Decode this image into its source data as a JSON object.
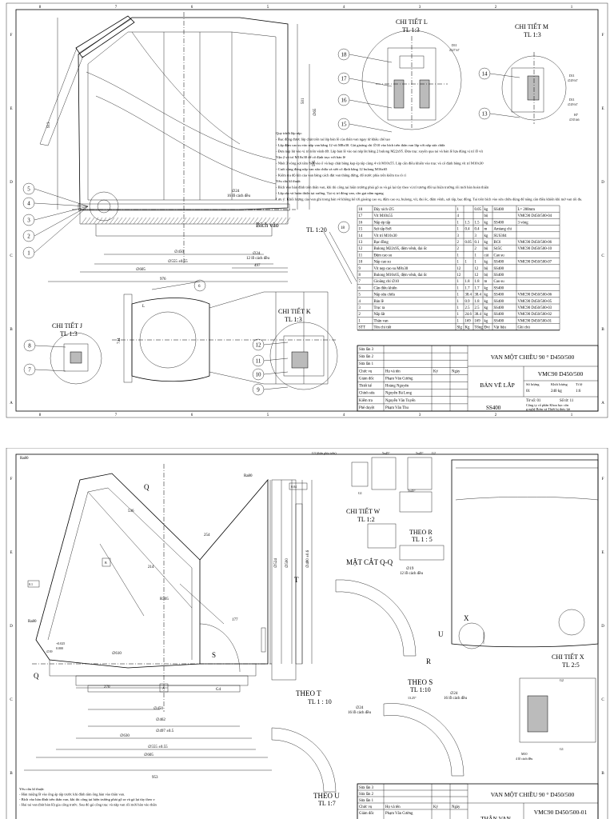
{
  "grid": {
    "cols": [
      "8",
      "7",
      "6",
      "5",
      "4",
      "3",
      "2",
      "1"
    ],
    "rows": [
      "F",
      "E",
      "D",
      "C",
      "B",
      "A"
    ]
  },
  "sheet1": {
    "details": {
      "L": {
        "title": "CHI TIẾT L",
        "scale": "TL 1:3",
        "d1": "D11",
        "d2": "∅27 h7"
      },
      "M": {
        "title": "CHI TIẾT M",
        "scale": "TL 1:3",
        "d1": "D11",
        "d2": "∅29 h7",
        "d3": "D11",
        "d4": "∅29 h7",
        "d5": "H7",
        "d6": "∅35 k6"
      },
      "J": {
        "title": "CHI TIẾT J",
        "scale": "TL 1:3"
      },
      "K": {
        "title": "CHI TIẾT K",
        "scale": "TL 1:3"
      },
      "tl20": "TL 1:20"
    },
    "balloons_left": [
      "5",
      "4",
      "3",
      "2",
      "1"
    ],
    "balloons_L": [
      "18",
      "17",
      "16",
      "15"
    ],
    "balloons_M": [
      "14",
      "13"
    ],
    "balloons_J": [
      "8",
      "7"
    ],
    "balloons_K": [
      "12",
      "11",
      "10",
      "9"
    ],
    "balloon_6": "6",
    "balloon_18b": "18",
    "dims": {
      "d450": "∅450",
      "d555": "∅555 ±0.55",
      "d605": "∅605",
      "l976": "976",
      "l497": "497",
      "h913": "913",
      "h501": "501",
      "h595": "595",
      "d65": "∅65",
      "holes1": "∅24",
      "holes1b": "16 lỗ cách đều",
      "holes2": "∅24",
      "holes2b": "12 lỗ cách đều",
      "h744": "744",
      "bich_vao": "Bích vào",
      "lbl_L": "L"
    },
    "notes": [
      "Quy trình lắp ráp:",
      "- Bạc đồng được lắp chặt trên tai lắp bản lề của thân van ngay từ khâu chế tạo",
      "- Lắp đệm cao su vào nắp van bằng 12 vít M8x30. Gài gioăng chỉ ∅10 vào bích trên thân van lắp với nắp sửa chữa",
      "- Đưa nắp lắt vào vị trí trên vành đỡ. Lắp bản lề vào tai nắp lắt bằng 2 bulong M22x95. Đưa trục xuyên qua tai và bản lề lựa đúng vị trí lỗ vít",
      "  Vặn 2 vít trí M10x30 để cố định trục với bản lề",
      "- Nhét 3 vòng sợi tẩm 8x8 vào ổ và kẹp chặt bằng kẹp ép tấp cùng 4 vít M10x55. Lắp cần điều khiển vào trục và cố định bằng vít trí M10x30",
      "- Cuối cùng đóng nắp van sửa chữa và siết cố định bằng 12 bulong M16x65",
      "- Kiểm tra độ kín của van bằng cách đặt van thẳng đứng, đổ nước phía trên kiểm tra rò rỉ",
      "Yêu cầu kĩ thuật:",
      "- Bích vào hàn đính trên thân van, khi thi công tại hiện trường phải gõ ra và gá lại tùy theo vị trí tương đối tại hiện trường rồi mới hàn hoàn thiện",
      "- Lắp ráp và hoàn thiện tại xưởng. Tại vị trí đóng van, cần gạt nằm ngang",
      "Lưu ý: Khối lượng của van ghi trong bản vẽ không kể tới gioăng cao su, đệm cao su, bulong, vít, đai ốc, đệm vênh, sợi tấp, bạc đồng. Tai trên bích vào sửa chữa dùng để nâng cần điều khiển khi mở van tối đa."
    ],
    "bom_header": [
      "STT",
      "Tên chi tiết",
      "Slg",
      "Kg",
      "Tổng",
      "Đvị",
      "Vật liệu",
      "Ghi chú"
    ],
    "bom": [
      [
        "18",
        "Dây xích ∅5",
        "1",
        "",
        "0.05",
        "kg",
        "SS400",
        "L= 200mm"
      ],
      [
        "17",
        "Vít M10x55",
        "4",
        "",
        "",
        "bộ",
        "",
        "VMC90 D450/500-04"
      ],
      [
        "16",
        "Nắp ép tấp",
        "1",
        "1.5",
        "1.5",
        "kg",
        "SS400",
        "3 vòng"
      ],
      [
        "15",
        "Sợi tấp 8x8",
        "1",
        "0.4",
        "0.4",
        "m",
        "Amiang chì",
        ""
      ],
      [
        "14",
        "Vít trí M10x30",
        "3",
        "",
        "3",
        "kg",
        "SUS304",
        ""
      ],
      [
        "13",
        "Bạc đồng",
        "2",
        "0.05",
        "0.1",
        "kg",
        "BC6",
        "VMC90 D450/500-06"
      ],
      [
        "12",
        "Bulong M22x95, đệm vênh, đai ốc",
        "2",
        "",
        "2",
        "bộ",
        "S45C",
        "VMC90 D450/500-10"
      ],
      [
        "11",
        "Đệm cao su",
        "1",
        "",
        "1",
        "cái",
        "Cao su",
        ""
      ],
      [
        "10",
        "Nắp cao su",
        "1",
        "1",
        "1",
        "kg",
        "SS400",
        "VMC90 D450/500-07"
      ],
      [
        "9",
        "Vít nẹp cao su M8x30",
        "12",
        "",
        "12",
        "bộ",
        "SS400",
        ""
      ],
      [
        "8",
        "Bulong M16x65, đệm vênh, đai ốc",
        "12",
        "",
        "12",
        "bộ",
        "SS400",
        ""
      ],
      [
        "7",
        "Gioăng chỉ ∅10",
        "1",
        "1.8",
        "1.8",
        "m",
        "Cao su",
        ""
      ],
      [
        "6",
        "Cần điều khiển",
        "1",
        "1.7",
        "1.7",
        "kg",
        "SS400",
        ""
      ],
      [
        "5",
        "Nắp sửa chữa",
        "1",
        "38.4",
        "38.4",
        "kg",
        "SS400",
        "VMC90 D450/500-06"
      ],
      [
        "4",
        "Bản lề",
        "1",
        "0.9",
        "1.8",
        "kg",
        "SS400",
        "VMC90 D450/500-05"
      ],
      [
        "3",
        "Trục ra",
        "1",
        "2.5",
        "2.5",
        "kg",
        "SS400",
        "VMC90 D450/500-03"
      ],
      [
        "2",
        "Nắp lắt",
        "1",
        "24.6",
        "38.4",
        "kg",
        "SS400",
        "VMC90 D450/500-02"
      ],
      [
        "1",
        "Thân van",
        "1",
        "169",
        "169",
        "kg",
        "SS400",
        "VMC90 D450/500-01"
      ]
    ],
    "title": {
      "revisions": [
        "Sửa lần 3",
        "Sửa lần 2",
        "Sửa lần 1"
      ],
      "cols": [
        "Chức vụ",
        "Họ và tên",
        "Ký",
        "Ngày"
      ],
      "people": [
        [
          "Giám đốc",
          "Phạm Văn Cường"
        ],
        [
          "Thiết kế",
          "Hoàng Nguyên"
        ]
      ],
      "checks": [
        [
          "Chính sửa",
          "Nguyễn Bá Long"
        ],
        [
          "Kiểm tra",
          "Nguyễn Văn Tuyến"
        ],
        [
          "Phê duyệt",
          "Phạm Văn Thu"
        ]
      ],
      "project": "VAN MỘT CHIỀU 90 ° D450/500",
      "drawing": "BẢN VẼ LẮP",
      "code": "VMC90 D450/500",
      "qty_labels": [
        "Số lượng",
        "Khối lượng",
        "Tỉ lệ"
      ],
      "qty_values": [
        "01",
        "240 kg",
        "1:6"
      ],
      "sheet_no": "Tờ số: 01",
      "sheets": "Số tờ: 11",
      "material": "SS400",
      "company": "Công ty cổ phần Khoa học công nghệ Bơm và Thiết bị thủy lợi"
    }
  },
  "sheet2": {
    "labels": {
      "ra": "Ra80",
      "g3": "G3 (thân phía trên)",
      "chi_tiet_w": "CHI TIẾT W",
      "tl12": "TL 1:2",
      "theo_r": "THEO R",
      "tl15": "TL 1 : 5",
      "mat_cat": "MẶT CẮT Q-Q",
      "holes12": "∅19",
      "holes12b": "12 lỗ cách đều",
      "theo_t": "THEO T",
      "tl110": "TL 1 : 10",
      "theo_s": "THEO S",
      "tl110b": "TL 1:10",
      "holes16": "∅24",
      "holes16b": "16 lỗ cách đều",
      "holes16c": "∅24",
      "holes16d": "16 lỗ cách đều",
      "chi_tiet_x": "CHI TIẾT X",
      "tl25": "TL 2:5",
      "m10": "M10",
      "m10b": "4 lỗ cách đều",
      "g1": "G1",
      "g2": "G2",
      "g4": "G4",
      "theo_u": "THEO U",
      "tl17": "TL 1:7",
      "q": "Q",
      "t": "T",
      "u": "U",
      "r": "R",
      "x": "X",
      "s": "S",
      "b": "B",
      "a": "A",
      "r305": "R305",
      "d254": "254",
      "d214": "214",
      "d177": "177",
      "d536": "536",
      "d270": "270",
      "d953": "953",
      "d450": "∅450",
      "d462": "∅462",
      "d497": "∅497 ±0.5",
      "d555": "∅555 ±0.55",
      "d605": "∅605",
      "d630": "∅630",
      "d524": "∅524",
      "d500": "∅500",
      "d610": "∅610",
      "d480": "∅480 ±0.6",
      "tol": "+0.025",
      "tol2": "0.000",
      "d39": "∅39",
      "ang": "5x45°",
      "ang2": "13.25°",
      "gd1": "0.04",
      "gd2": "0.1"
    },
    "notes": [
      "Yêu cầu kĩ thuật:",
      "- Hàn miệng B vào ống áp tấp trước khi đính tâm ống hàn vào thân van.",
      "- Bích vào hàn đính trên thân van, khi thi công tại hiện trường phải gõ ra và gá lại tùy theo vị trí tương đối tại hiện trường rồi mới hàn hoàn thiện",
      "- Hai tai van (bắt bản lề) gia công trước. Sau đó gá công trục và nắp van rồi mới hàn vào thân van. Ống ép tấp dùng thép ống ∅48.6, dày 2.8mm"
    ],
    "title": {
      "revisions": [
        "Sửa lần 3",
        "Sửa lần 2",
        "Sửa lần 1"
      ],
      "cols": [
        "Chức vụ",
        "Họ và tên",
        "Ký",
        "Ngày"
      ],
      "people": [
        [
          "Giám đốc",
          "Phạm Văn Cường"
        ]
      ],
      "project": "VAN MỘT CHIỀU 90 ° D450/500",
      "code": "VMC90 D450/500-01",
      "drawing": "THÂN VAN"
    }
  }
}
